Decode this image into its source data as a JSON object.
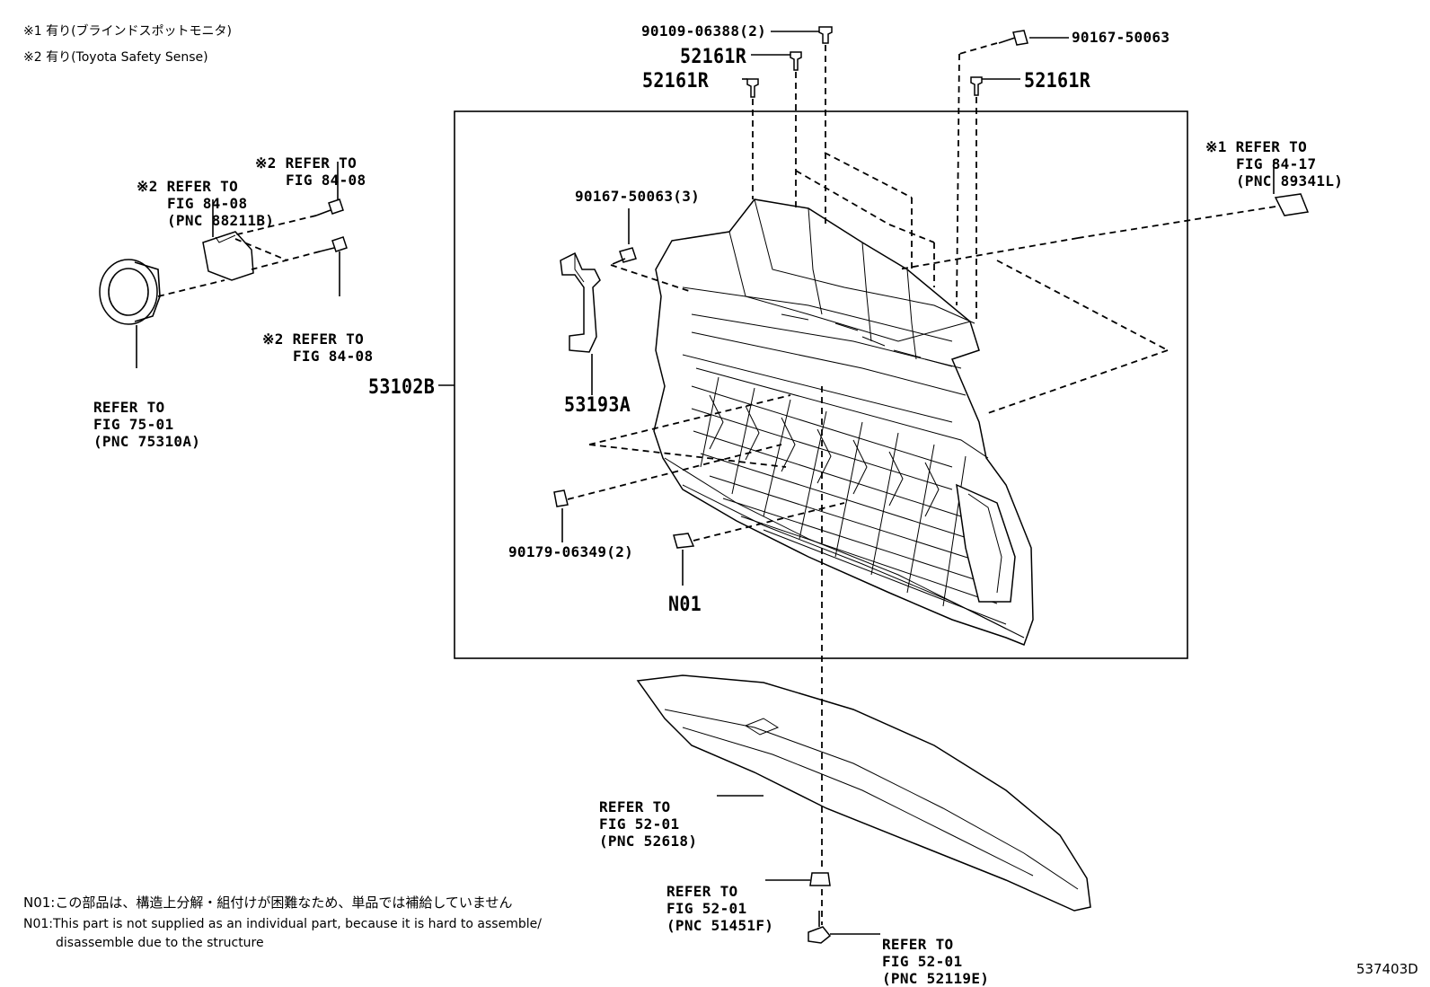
{
  "legend": {
    "note1": "※1  有り(ブラインドスポットモニタ)",
    "note2": "※2  有り(Toyota Safety Sense)"
  },
  "labels": {
    "p90109": "90109-06388(2)",
    "p52161r_a": "52161R",
    "p52161r_b": "52161R",
    "p52161r_c": "52161R",
    "p90167_top": "90167-50063",
    "p90167_3": "90167-50063(3)",
    "p53102b": "53102B",
    "p53193a": "53193A",
    "p90179": "90179-06349(2)",
    "n01": "N01",
    "ref_sensor_a": [
      "※2 REFER TO",
      "FIG 84-08"
    ],
    "ref_sensor_b": [
      "※2 REFER TO",
      "FIG 84-08",
      "(PNC 88211B)"
    ],
    "ref_sensor_c": [
      "※2 REFER TO",
      "FIG 84-08"
    ],
    "ref_lamp": [
      "REFER TO",
      "FIG 75-01",
      "(PNC 75310A)"
    ],
    "ref_bsm": [
      "※1 REFER TO",
      "FIG 84-17",
      "(PNC 89341L)"
    ],
    "ref_52618": [
      "REFER TO",
      "FIG 52-01",
      "(PNC 52618)"
    ],
    "ref_51451f": [
      "REFER TO",
      "FIG 52-01",
      "(PNC 51451F)"
    ],
    "ref_52119e": [
      "REFER TO",
      "FIG 52-01",
      "(PNC 52119E)"
    ]
  },
  "footnotes": {
    "n01_jp": "N01:この部品は、構造上分解・組付けが困難なため、単品では補給していません",
    "n01_en_1": "N01:This part is not supplied as an individual part, because it is hard to assemble/",
    "n01_en_2": "disassemble due to the structure"
  },
  "figure_code": "537403D"
}
